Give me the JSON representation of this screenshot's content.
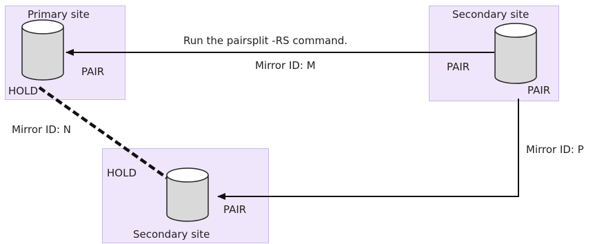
{
  "sites": {
    "primary": {
      "title": "Primary site",
      "volume_status_right": "PAIR",
      "volume_status_left": "HOLD"
    },
    "secondary_right": {
      "title": "Secondary site",
      "volume_status_left": "PAIR",
      "volume_status_right": "PAIR"
    },
    "secondary_bottom": {
      "title": "Secondary site",
      "volume_status_left": "HOLD",
      "volume_status_right": "PAIR"
    }
  },
  "links": {
    "command_label": "Run the pairsplit -RS command.",
    "mirror_m": "Mirror ID: M",
    "mirror_n": "Mirror ID: N",
    "mirror_p": "Mirror ID: P"
  },
  "colors": {
    "site_fill": "#f0e6fb",
    "site_border": "#c9b6ea",
    "cylinder_fill": "#d9d9d9",
    "line": "#111111"
  }
}
